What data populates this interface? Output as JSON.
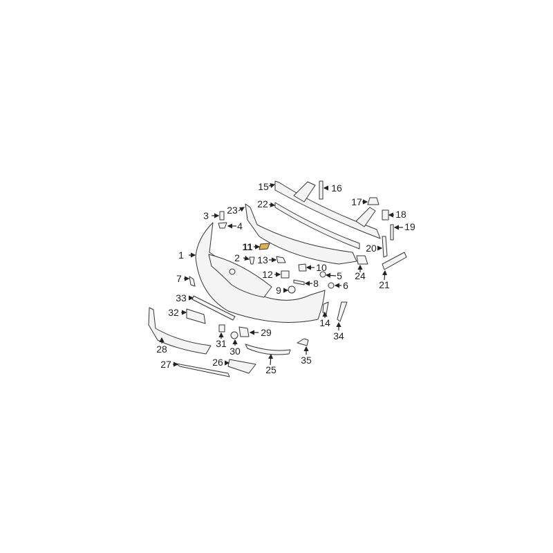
{
  "diagram": {
    "type": "exploded parts diagram",
    "callouts": [
      "1",
      "2",
      "3",
      "4",
      "5",
      "6",
      "7",
      "8",
      "9",
      "10",
      "11",
      "12",
      "13",
      "14",
      "15",
      "16",
      "17",
      "18",
      "19",
      "20",
      "21",
      "22",
      "23",
      "24",
      "25",
      "26",
      "27",
      "28",
      "29",
      "30",
      "31",
      "32",
      "33",
      "34",
      "35"
    ],
    "highlighted_part": "11",
    "highlight_color": "#e0b050"
  }
}
